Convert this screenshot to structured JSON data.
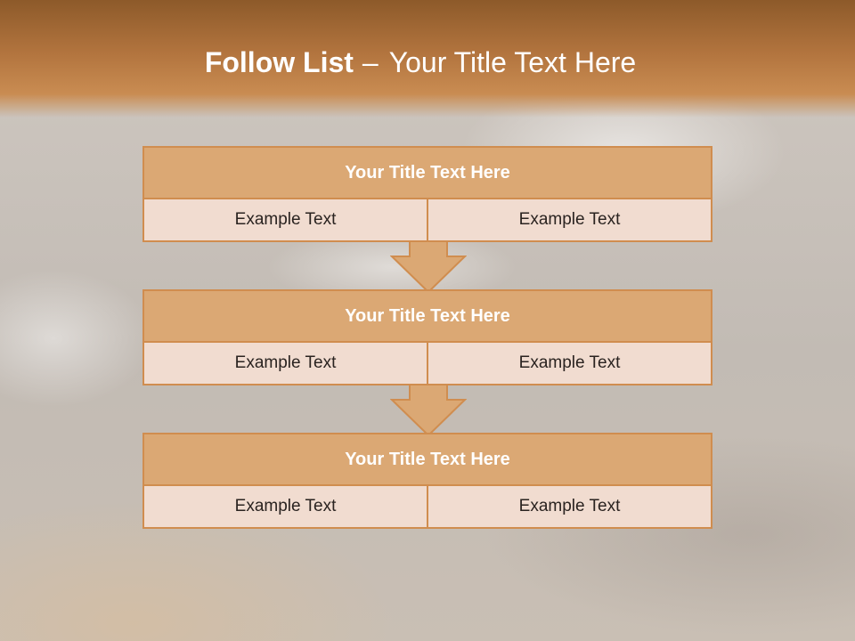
{
  "slide": {
    "title_bold": "Follow List",
    "title_dash": "–",
    "title_rest": "Your Title Text Here"
  },
  "steps": [
    {
      "title": "Your Title Text Here",
      "left": "Example Text",
      "right": "Example Text"
    },
    {
      "title": "Your Title Text Here",
      "left": "Example Text",
      "right": "Example Text"
    },
    {
      "title": "Your Title Text Here",
      "left": "Example Text",
      "right": "Example Text"
    }
  ],
  "colors": {
    "header": "#b2743e",
    "box_head": "#dba874",
    "box_cell": "#f1dcd0",
    "border": "#d08d4f"
  }
}
